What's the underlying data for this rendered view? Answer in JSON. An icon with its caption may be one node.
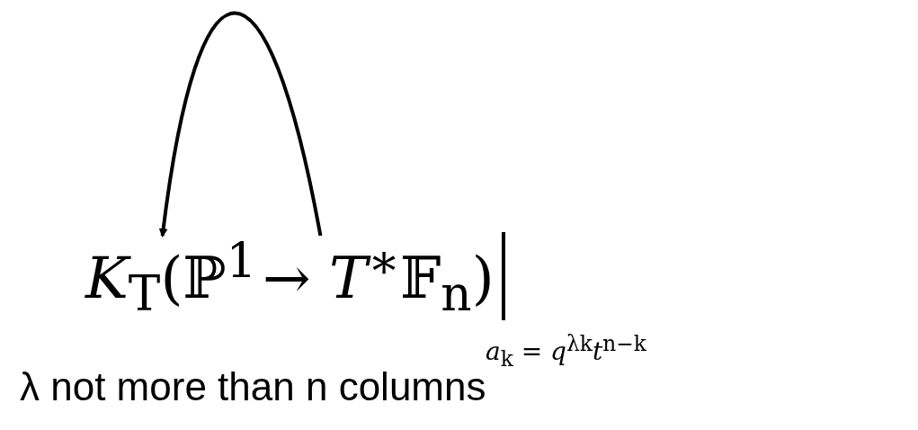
{
  "diagram": {
    "nodes": [
      {
        "text": [
          "*K*$_{T}$(ℙ$^{1}$"
        ]
      },
      {
        "text": [
          "→ *T*$^{∗}$𝔽$_{n}$)"
        ]
      }
    ],
    "edges": [
      {
        "from": 1,
        "to": 0,
        "arrow": "to"
      }
    ],
    "labels": [
      "*a*$_{k}$ = *q*$^{λk}$*t*$^{n−k}$",
      "λ not more than n columns"
    ]
  }
}
